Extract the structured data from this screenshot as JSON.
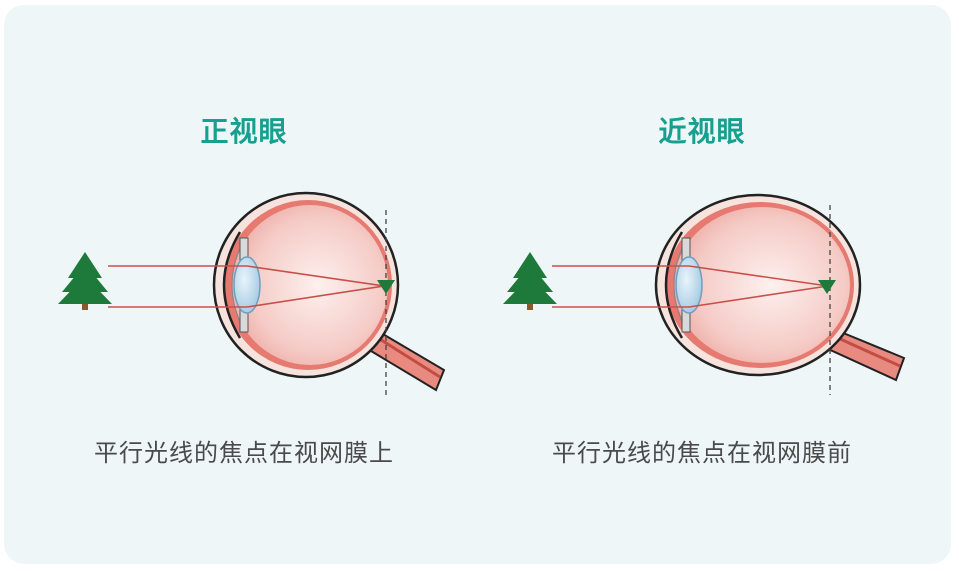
{
  "panels": [
    {
      "title": "正视眼",
      "caption": "平行光线的焦点在视网膜上",
      "focus": "on-retina"
    },
    {
      "title": "近视眼",
      "caption": "平行光线的焦点在视网膜前",
      "focus": "in-front-of-retina"
    }
  ],
  "colors": {
    "background": "#eef6f7",
    "title": "#17a08f",
    "caption": "#4a4a4a",
    "tree": "#1e7a3a",
    "ray": "#c8504a",
    "eyeball": "#f4c9c4",
    "sclera_stroke": "#222222",
    "lens": "#b8d7ea"
  },
  "icons": [
    "tree-icon",
    "eye-diagram"
  ]
}
